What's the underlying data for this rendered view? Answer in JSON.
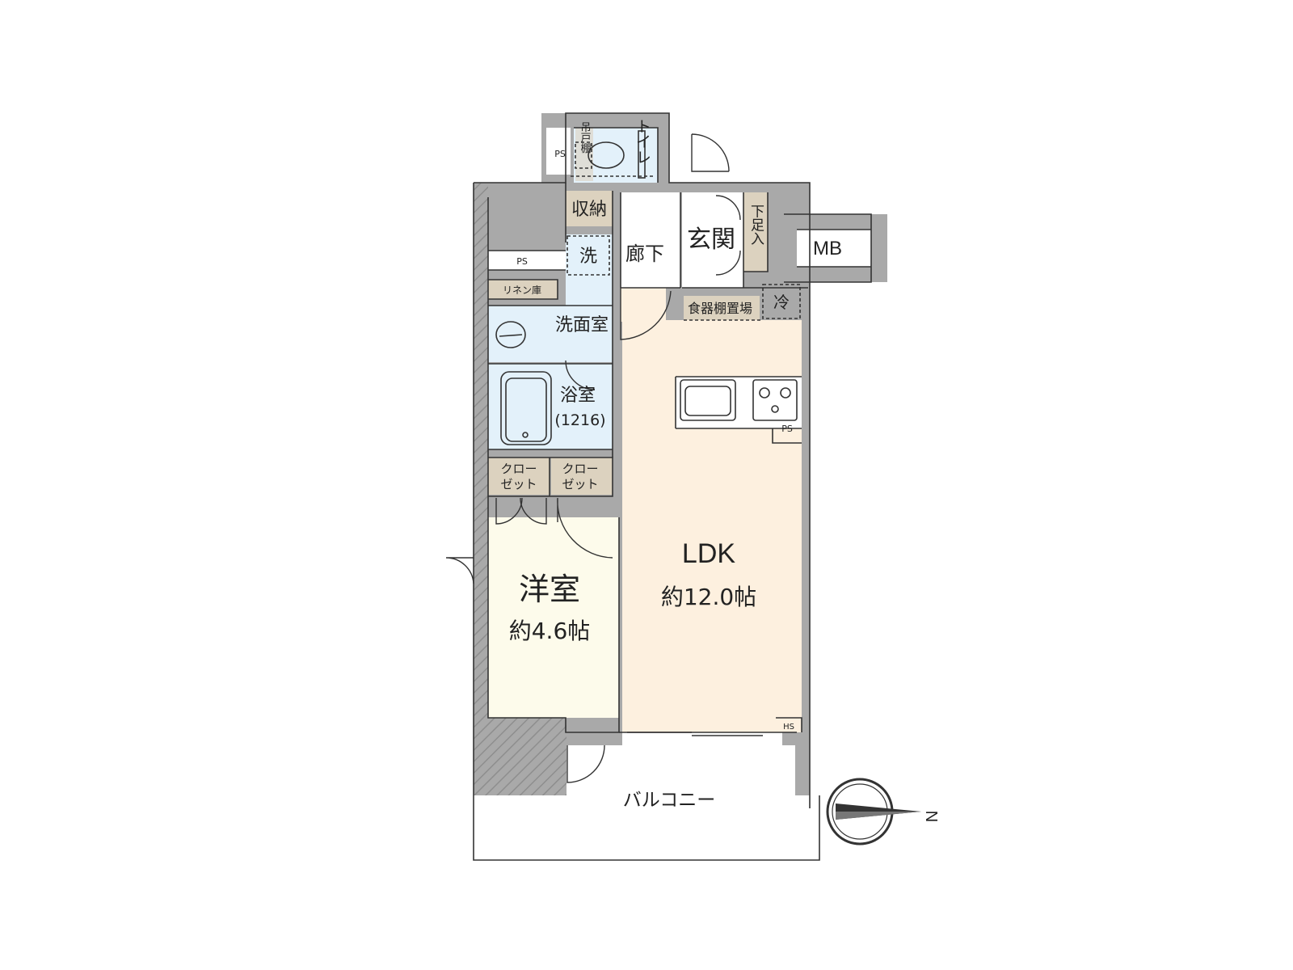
{
  "colors": {
    "wall": "#a9a9a9",
    "ldk_floor": "#fdf0df",
    "western_floor": "#fdfbeb",
    "wet_area": "#e3f1fa",
    "storage": "#dcd2bf",
    "line": "#333333"
  },
  "rooms": {
    "toilet": "トイレ",
    "toilet_cabinet": "吊戸棚",
    "ps_toilet": "PS",
    "storage": "収納",
    "hallway": "廊下",
    "entrance": "玄関",
    "shoe_box": "下足入",
    "mb": "MB",
    "ps_left": "PS",
    "linen": "リネン庫",
    "washer": "洗",
    "washroom": "洗面室",
    "bathroom": "浴室",
    "bath_size": "(1216)",
    "closet1": [
      "クロー",
      "ゼット"
    ],
    "closet2": [
      "クロー",
      "ゼット"
    ],
    "pantry": "食器棚置場",
    "fridge": "冷",
    "ps_kitchen": "PS",
    "hs": "HS",
    "ldk": "LDK",
    "ldk_size": "約12.0帖",
    "western": "洋室",
    "western_size": "約4.6帖",
    "balcony": "バルコニー",
    "compass": "N"
  }
}
